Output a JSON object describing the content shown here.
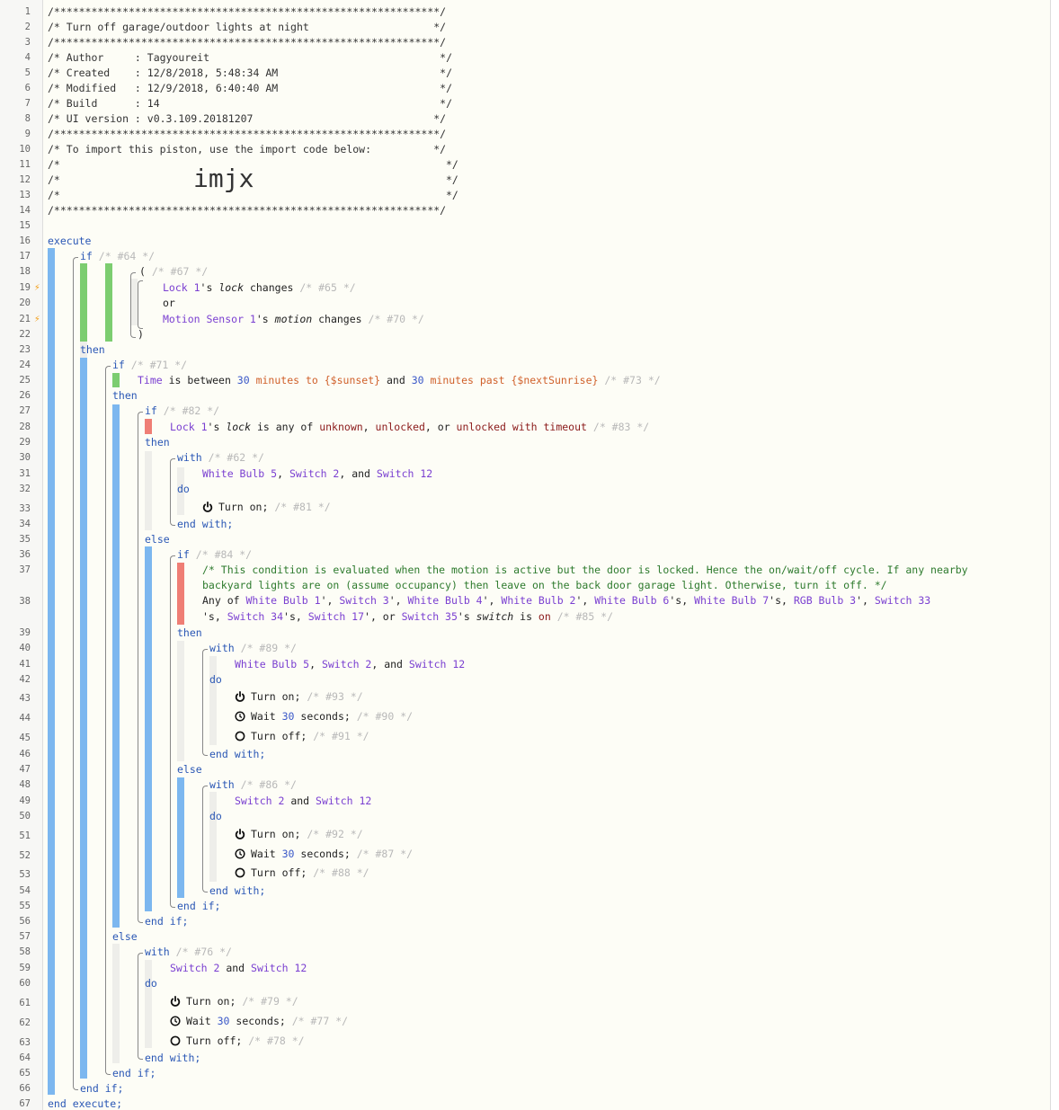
{
  "line_numbers": [
    "1",
    "2",
    "3",
    "4",
    "5",
    "6",
    "7",
    "8",
    "9",
    "10",
    "11",
    "12",
    "13",
    "14",
    "15",
    "16",
    "17",
    "18",
    "19",
    "20",
    "21",
    "22",
    "23",
    "24",
    "25",
    "26",
    "27",
    "28",
    "29",
    "30",
    "31",
    "32",
    "33",
    "34",
    "35",
    "36",
    "37",
    "38",
    "39",
    "40",
    "41",
    "42",
    "43",
    "44",
    "45",
    "46",
    "47",
    "48",
    "49",
    "50",
    "51",
    "52",
    "53",
    "54",
    "55",
    "56",
    "57",
    "58",
    "59",
    "60",
    "61",
    "62",
    "63",
    "64",
    "65",
    "66",
    "67"
  ],
  "trigger_markers": [
    "19",
    "21"
  ],
  "header": {
    "border": "/**************************************************************/",
    "title": "/* Turn off garage/outdoor lights at night                    */",
    "author": "/* Author     : Tagyoureit                                     */",
    "created": "/* Created    : 12/8/2018, 5:48:34 AM                          */",
    "modified": "/* Modified   : 12/9/2018, 6:40:40 AM                          */",
    "build": "/* Build      : 14                                             */",
    "ui_version": "/* UI version : v0.3.109.20181207                             */",
    "import_note": "/* To import this piston, use the import code below:          */",
    "blank_left": "/*",
    "blank_right": "*/",
    "import_code": "imjx"
  },
  "code": {
    "execute": "execute",
    "end_execute": "end execute;",
    "if": "if",
    "then": "then",
    "else": "else",
    "end_if": "end if;",
    "with": "with",
    "do": "do",
    "end_with": "end with;",
    "or": "or",
    "open_paren": "(",
    "close_paren": ")",
    "c64": "/* #64 */",
    "c67": "/* #67 */",
    "c65": "/* #65 */",
    "c70": "/* #70 */",
    "c71": "/* #71 */",
    "c73": "/* #73 */",
    "c82": "/* #82 */",
    "c83": "/* #83 */",
    "c62": "/* #62 */",
    "c81": "/* #81 */",
    "c84": "/* #84 */",
    "c85": "/* #85 */",
    "c89": "/* #89 */",
    "c93": "/* #93 */",
    "c90": "/* #90 */",
    "c91": "/* #91 */",
    "c86": "/* #86 */",
    "c92": "/* #92 */",
    "c87": "/* #87 */",
    "c88": "/* #88 */",
    "c76": "/* #76 */",
    "c79": "/* #79 */",
    "c77": "/* #77 */",
    "c78": "/* #78 */",
    "lock1": "Lock 1",
    "s_lock": "'s ",
    "lock_attr": "lock",
    "changes": " changes",
    "motion1": "Motion Sensor 1",
    "motion_attr": "motion",
    "time": "Time",
    "is_between": " is between ",
    "n30": "30",
    "minutes_to": " minutes to ",
    "sunset": "{$sunset}",
    "and": " and ",
    "minutes_past": " minutes past ",
    "next_sunrise": "{$nextSunrise}",
    "is_any_of": " is any of ",
    "unknown": "unknown",
    "comma": ", ",
    "unlocked": "unlocked",
    "comma_or": ", or ",
    "unlocked_timeout": "unlocked with timeout",
    "wb5": "White Bulb 5",
    "sw2": "Switch 2",
    "comma_and": ", and ",
    "sw12": "Switch 12",
    "turn_on": "Turn on;",
    "turn_off": "Turn off;",
    "wait": "Wait ",
    "seconds": " seconds;",
    "comment_long_1": "/* This condition is evaluated when the motion is active but the door is locked. Hence the on/wait/off cycle. If any nearby",
    "comment_long_2": "backyard lights are on (assume occupancy) then leave on the back door garage light. Otherwise, turn it off. */",
    "any_of": "Any of ",
    "wb1": "White Bulb 1",
    "apos_comma": "', ",
    "sw3": "Switch 3",
    "wb4": "White Bulb 4",
    "wb2": "White Bulb 2",
    "wb6": "White Bulb 6",
    "s_comma": "'s, ",
    "wb7": "White Bulb 7",
    "rgb3": "RGB Bulb 3",
    "sw33": "Switch 33",
    "s_comma2": "'s, ",
    "sw34": "Switch 34",
    "sw17": "Switch 17",
    "apos_or": "', or ",
    "sw35": "Switch 35",
    "switch_attr": "switch",
    "is": " is ",
    "on": "on",
    "sw2_and_sw12_and": " and "
  },
  "colors": {
    "blue_bar": "#7cb7ef",
    "green_bar": "#7ccd70",
    "red_bar": "#ef7e75",
    "keyword": "#2a57b5",
    "device": "#7a3fd1",
    "variable": "#d0602a",
    "comment": "#b8b8b8"
  }
}
